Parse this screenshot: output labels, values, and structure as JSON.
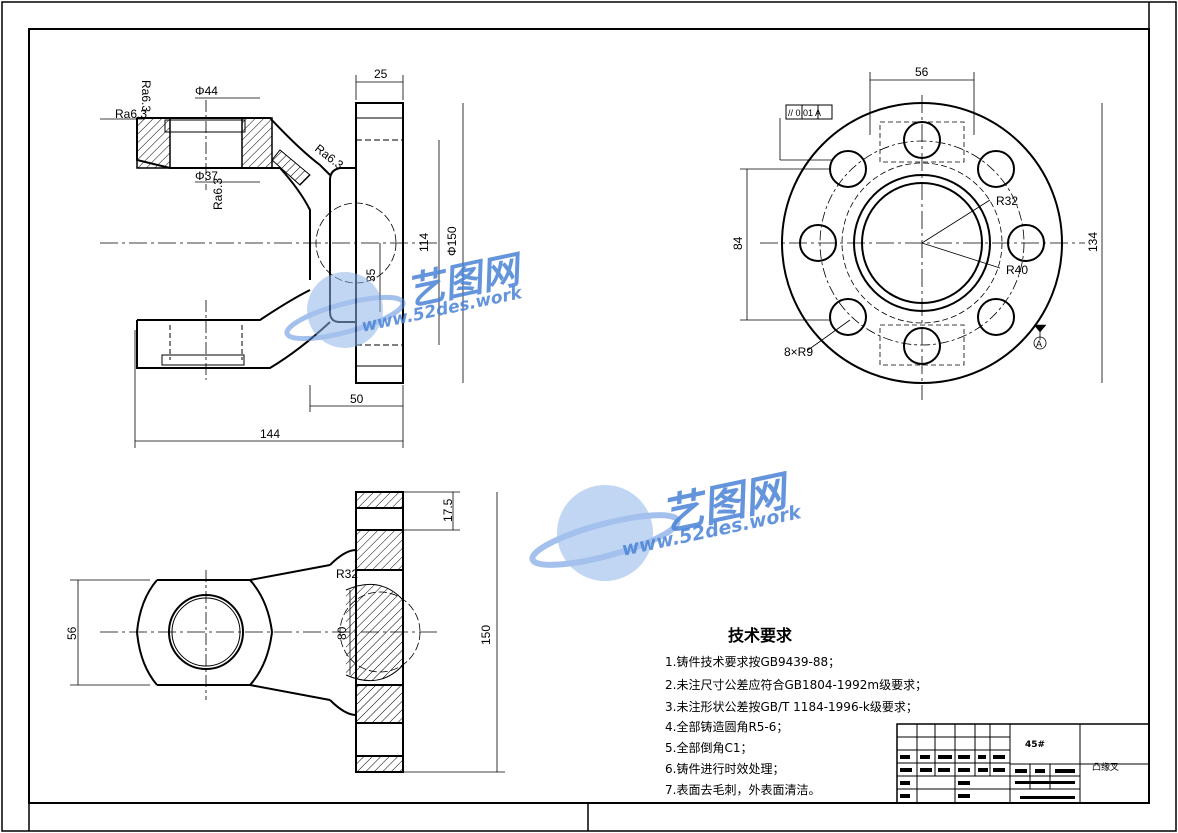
{
  "drawing": {
    "dims": {
      "phi44": "Φ44",
      "phi37": "Φ37",
      "ra63": "Ra6.3",
      "d25": "25",
      "d114": "114",
      "d150": "Φ150",
      "d35": "35",
      "d50": "50",
      "d144": "144",
      "d56top": "56",
      "d84": "84",
      "d134": "134",
      "r32": "R32",
      "r40": "R40",
      "holes": "8×R9",
      "tolerance": "// 0.01 A",
      "datum": "A",
      "d175": "17.5",
      "d56left": "56",
      "r32b": "R32",
      "d80": "80",
      "d150b": "150"
    }
  },
  "watermark": {
    "brand": "艺图网",
    "url": "www.52des.work"
  },
  "notes": {
    "title": "技术要求",
    "items": [
      "1.铸件技术要求按GB9439-88；",
      "2.未注尺寸公差应符合GB1804-1992m级要求；",
      "3.未注形状公差按GB/T 1184-1996-k级要求；",
      "4.全部铸造圆角R5-6；",
      "5.全部倒角C1；",
      "6.铸件进行时效处理；",
      "7.表面去毛刺，外表面清洁。"
    ]
  },
  "title_block": {
    "material": "45#",
    "part_name": "凸缘叉"
  }
}
